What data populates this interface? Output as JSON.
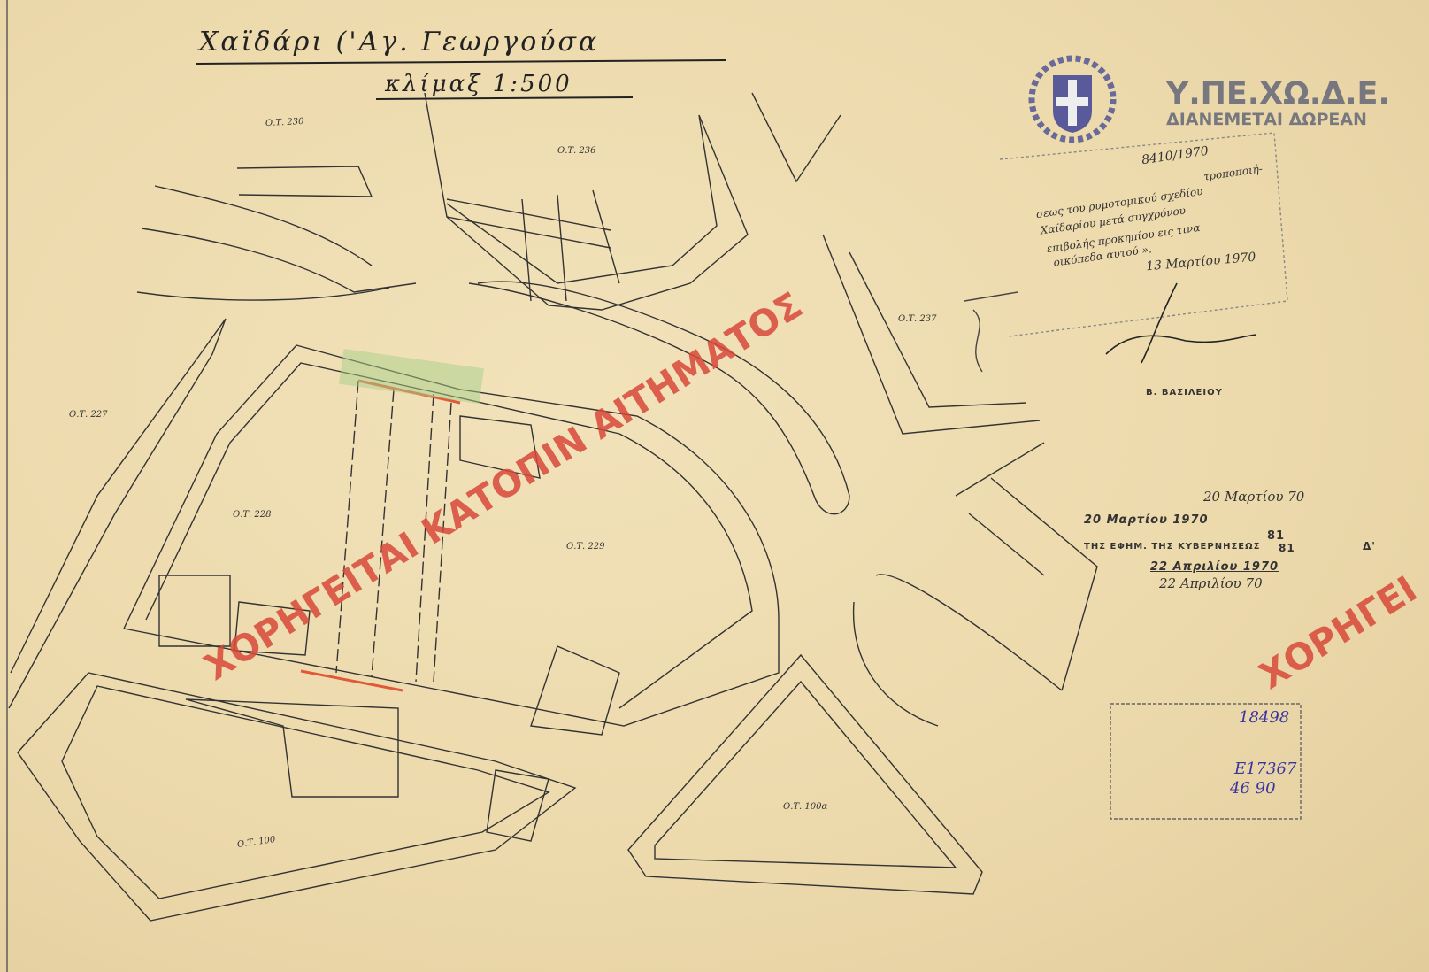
{
  "title": "Χαϊδάρι ('Αγ. Γεωργούσα",
  "scale": "κλίμαξ 1:500",
  "blocks": {
    "ot230": "Ο.Τ. 230",
    "ot236": "Ο.Τ. 236",
    "ot237": "Ο.Τ. 237",
    "ot227": "Ο.Τ. 227",
    "ot228": "Ο.Τ. 228",
    "ot229": "Ο.Τ. 229",
    "ot100": "Ο.Τ. 100",
    "ot100a": "Ο.Τ. 100α"
  },
  "logo": {
    "org": "Υ.ΠΕ.ΧΩ.Δ.Ε.",
    "free": "ΔΙΑΝΕΜΕΤΑΙ ΔΩΡΕΑΝ"
  },
  "annotation": {
    "ref": "8410/1970",
    "lines": [
      "τροποποιή-",
      "σεως του ρυμοτομικού σχεδίου",
      "Χαϊδαρίου μετά συγχρόνου",
      "επιβολής προκηπίου εις τινα",
      "οικόπεδα αυτού »."
    ],
    "date": "13 Μαρτίου 1970",
    "stamp_name": "Β. ΒΑΣΙΛΕΙΟΥ"
  },
  "gazette": {
    "hand_date1": "20 Μαρτίου 70",
    "stamp_line1": "20 Μαρτίου 1970",
    "number1": "81",
    "number2": "81",
    "stamp_line2": "ΤΗΣ ΕΦΗΜ. ΤΗΣ ΚΥΒΕΡΝΗΣΕΩΣ",
    "issue": "Δ'",
    "stamp_line3": "22 Απριλίου 1970",
    "hand_date2": "22 Απριλίου 70"
  },
  "archive_stamp": {
    "number": "18498",
    "code": "Ε17367",
    "sub": "46 90"
  },
  "watermark": {
    "main": "ΧΟΡΗΓΕΙΤΑΙ ΚΑΤΟΠΙΝ ΑΙΤΗΜΑΤΟΣ",
    "edge": "ΧΟΡΗΓΕΙ"
  }
}
